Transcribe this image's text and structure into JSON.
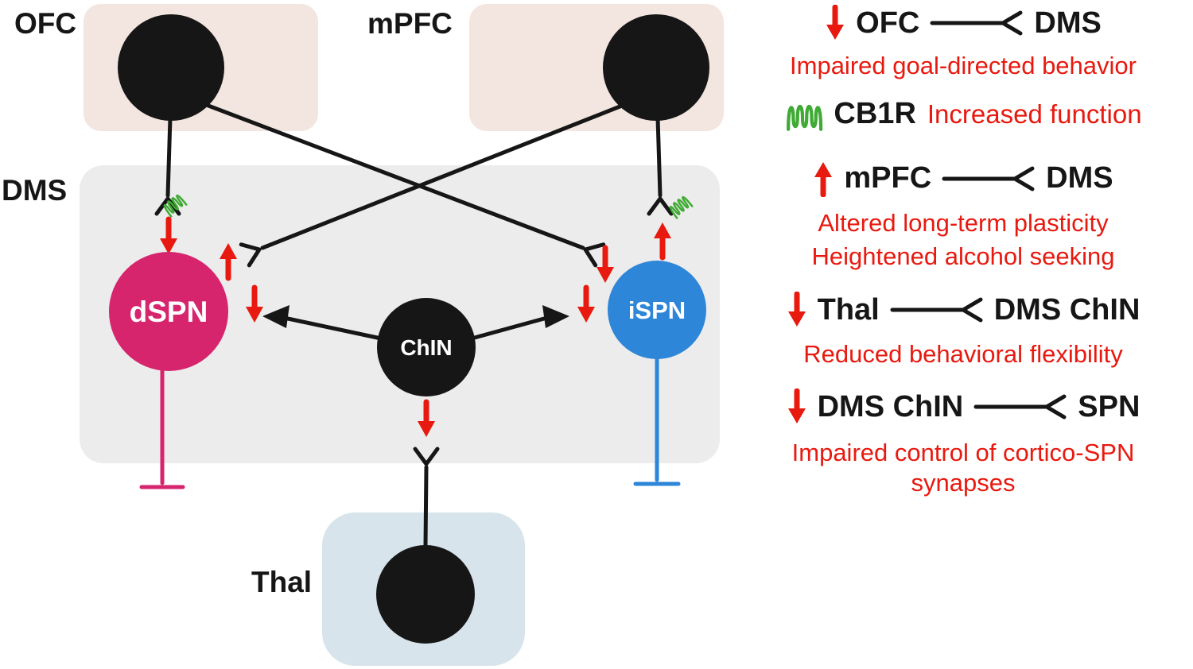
{
  "figure": {
    "regions": {
      "ofc": "OFC",
      "mpfc": "mPFC",
      "dms": "DMS",
      "thal": "Thal"
    },
    "neurons": {
      "dspn": "dSPN",
      "ispn": "iSPN",
      "chin": "ChIN"
    },
    "colors": {
      "red_arrow": "#e8190f",
      "dspn_pink": "#d6246d",
      "ispn_blue": "#2e86d9",
      "cb1r_green": "#3faa34",
      "neuron_black": "#161616",
      "cortex_region_fill": "#f3e5df",
      "dms_region_fill": "#ececec",
      "thal_region_fill": "#d7e4eb"
    },
    "icons": {
      "down_arrow": "↓",
      "up_arrow": "↑",
      "cb1r_receptor": "green-membrane-squiggle",
      "axon_terminal": "—<",
      "inhibitory_terminal": "—|"
    }
  },
  "legend": {
    "rows": [
      {
        "arrow": "down",
        "source": "OFC",
        "target": "DMS"
      },
      {
        "text": "Impaired goal-directed behavior"
      },
      {
        "receptor": "CB1R",
        "note": "Increased function"
      },
      {
        "arrow": "up",
        "source": "mPFC",
        "target": "DMS"
      },
      {
        "text": "Altered long-term plasticity"
      },
      {
        "text": "Heightened alcohol seeking"
      },
      {
        "arrow": "down",
        "source": "Thal",
        "target": "DMS ChIN"
      },
      {
        "text": "Reduced behavioral flexibility"
      },
      {
        "arrow": "down",
        "source": "DMS ChIN",
        "target": "SPN"
      },
      {
        "text": "Impaired control of cortico-SPN"
      },
      {
        "text": "synapses"
      }
    ]
  }
}
